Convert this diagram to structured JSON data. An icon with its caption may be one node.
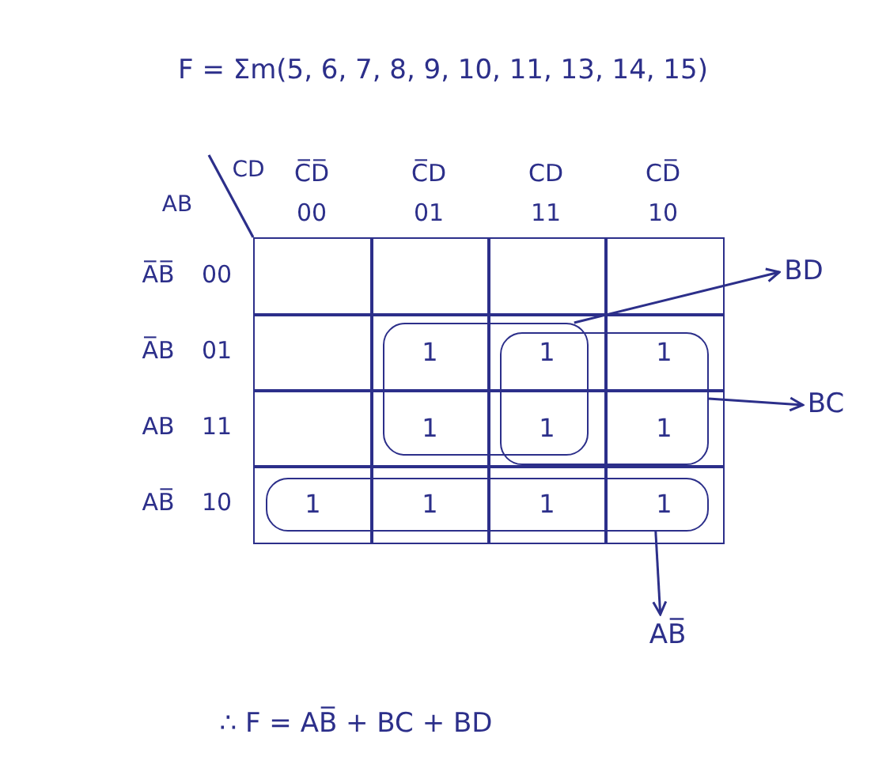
{
  "diagram": {
    "title": "F = Σm(5, 6, 7, 8, 9, 10, 11, 13, 14, 15)",
    "caption": "∴ F = AB̅ + BC + BD",
    "nodes": [
      {
        "text": [
          "BD"
        ]
      },
      {
        "text": [],
        "shape": "box"
      },
      {
        "text": [],
        "shape": "box"
      },
      {
        "text": [
          "BC"
        ]
      },
      {
        "text": [],
        "shape": "box"
      },
      {
        "text": [
          "AB̅"
        ]
      }
    ],
    "edges": [
      {
        "from": 1,
        "to": 0,
        "arrow": "to"
      },
      {
        "from": 2,
        "to": 3,
        "arrow": "to"
      },
      {
        "from": 4,
        "to": 5,
        "arrow": "to"
      }
    ],
    "labels": [
      "AB",
      "CD",
      "C̅D̅",
      "C̅D",
      "CD",
      "CD̅",
      "00",
      "01",
      "11",
      "10",
      "A̅B̅",
      "00",
      "A̅B",
      "01",
      "1",
      "1",
      "1",
      "AB",
      "11",
      "1",
      "1",
      "1",
      "AB̅",
      "10",
      "1",
      "1",
      "1",
      "1"
    ]
  }
}
